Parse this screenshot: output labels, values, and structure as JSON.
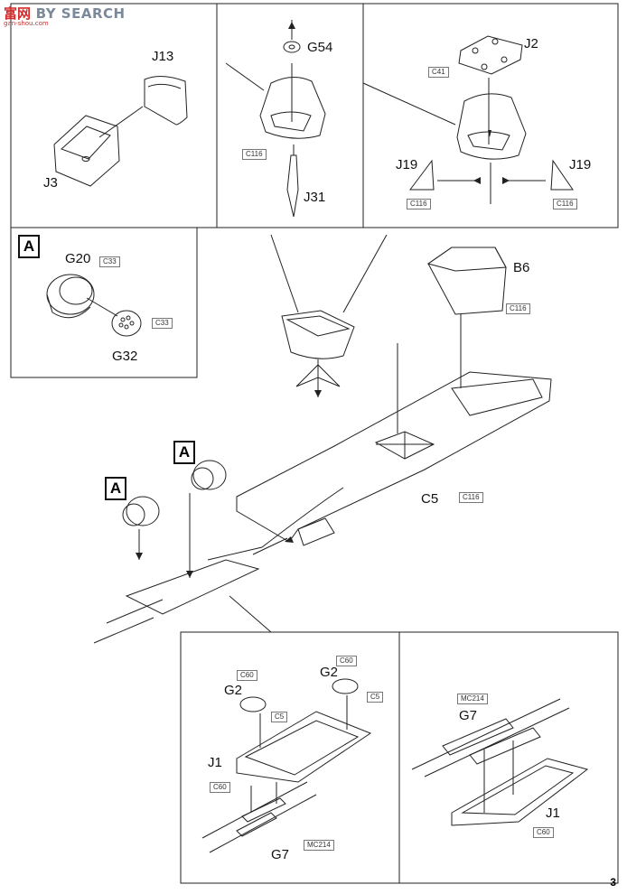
{
  "watermark": {
    "cn": "富",
    "cn2": "网",
    "en": "BY SEARCH",
    "url": "gan-shou.com"
  },
  "page_number": "3",
  "panels": {
    "top_left": {
      "labels": [
        "J13",
        "J3"
      ]
    },
    "top_mid": {
      "labels": [
        "G54",
        "J31"
      ],
      "codes": [
        "C116"
      ]
    },
    "top_right": {
      "labels": [
        "J2",
        "J19",
        "J19"
      ],
      "codes": [
        "C41",
        "C116",
        "C116"
      ]
    },
    "inset_a": {
      "callout": "A",
      "labels": [
        "G20",
        "G32"
      ],
      "codes": [
        "C33",
        "C33"
      ]
    }
  },
  "main": {
    "labels": [
      "B6",
      "C5"
    ],
    "codes": [
      "C116",
      "C116"
    ],
    "callouts": [
      "A",
      "A"
    ]
  },
  "bottom_left": {
    "labels": [
      "G2",
      "G2",
      "J1",
      "G7"
    ],
    "codes": [
      "C60",
      "C5",
      "C60",
      "C5",
      "C60",
      "MC214"
    ]
  },
  "bottom_right": {
    "labels": [
      "G7",
      "J1"
    ],
    "codes": [
      "MC214",
      "C60"
    ]
  }
}
